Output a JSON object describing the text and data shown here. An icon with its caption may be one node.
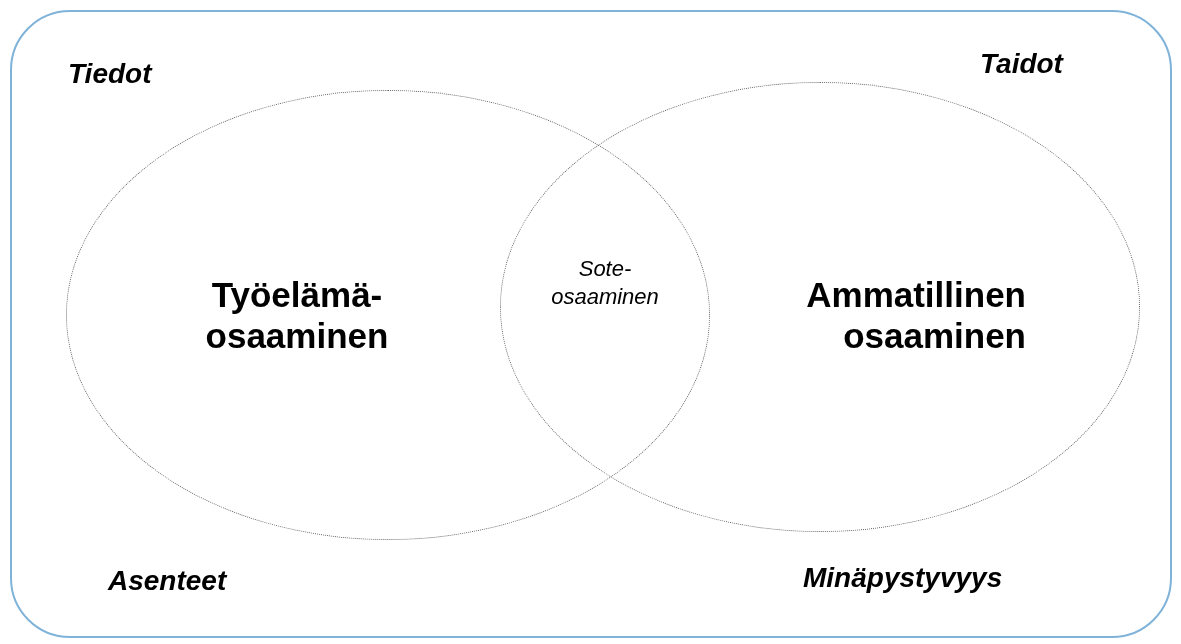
{
  "diagram": {
    "nodes": [
      {
        "text": [
          "Tiedot",
          "Taidot",
          "Asenteet",
          "Minäpystyvyys"
        ]
      },
      {
        "text": [
          "Työelämä- osaaminen"
        ],
        "in": 0
      },
      {
        "text": [
          "Ammatillinen osaaminen"
        ],
        "in": 0
      }
    ],
    "labels": [
      "Sote- osaaminen"
    ]
  }
}
